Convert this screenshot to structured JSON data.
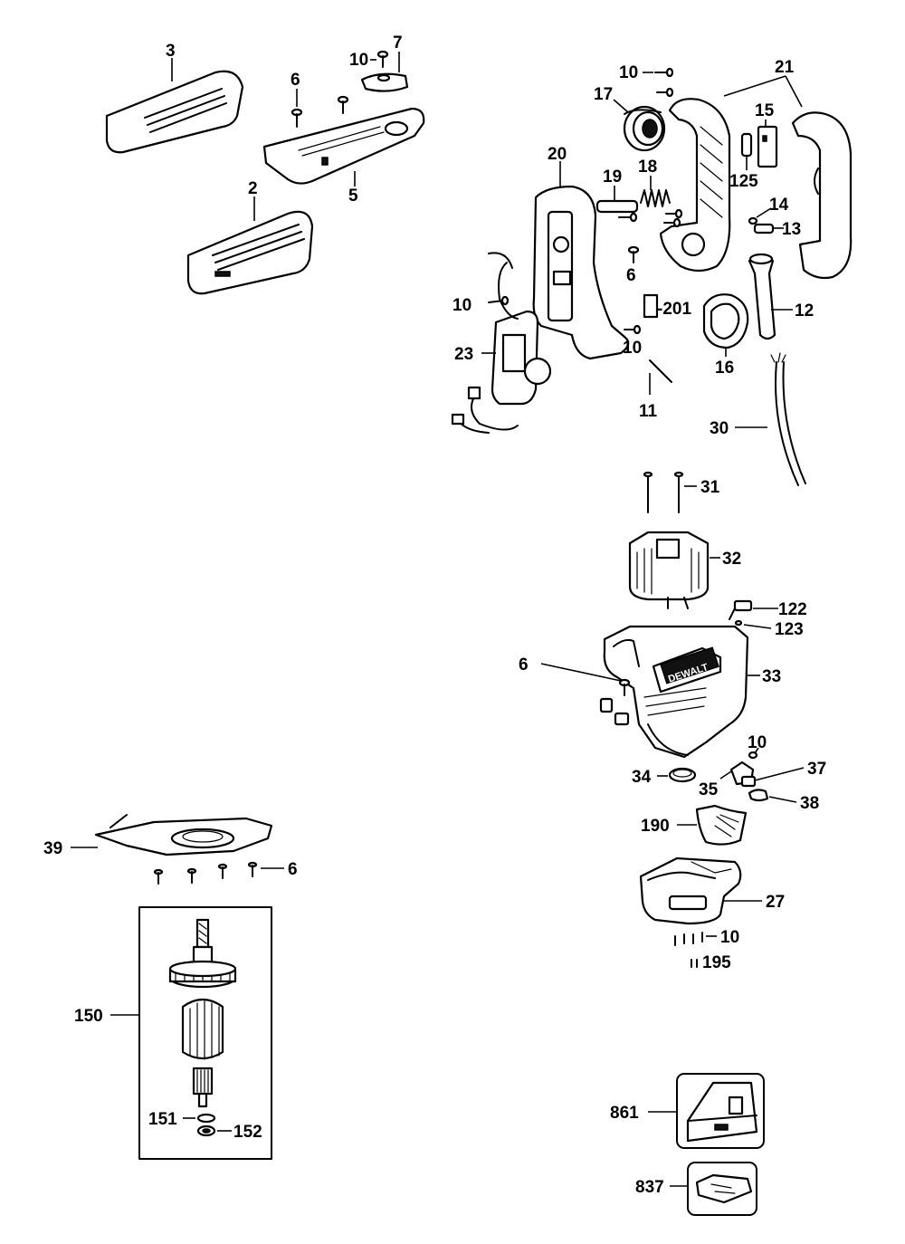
{
  "brand_text": "DEWALT",
  "labels": {
    "p2": "2",
    "p3": "3",
    "p5": "5",
    "p6a": "6",
    "p7": "7",
    "p10a": "10",
    "p10b": "10",
    "p17": "17",
    "p21": "21",
    "p15": "15",
    "p20": "20",
    "p19": "19",
    "p18": "18",
    "p125": "125",
    "p14": "14",
    "p13": "13",
    "p6b": "6",
    "p10c": "10",
    "p201": "-201",
    "p12": "12",
    "p23": "23",
    "p10d": "10",
    "p16": "16",
    "p11": "11",
    "p30": "30",
    "p31": "31",
    "p32": "32",
    "p122": "122",
    "p123": "123",
    "p6c": "6",
    "p33": "33",
    "p10e": "10",
    "p37": "37",
    "p34": "34",
    "p35": "35",
    "p38": "38",
    "p190": "190",
    "p27": "27",
    "p10f": "10",
    "p195": "195",
    "p39": "39",
    "p6d": "6",
    "p150": "150",
    "p151": "151",
    "p152": "152",
    "p861": "861",
    "p837": "837"
  }
}
